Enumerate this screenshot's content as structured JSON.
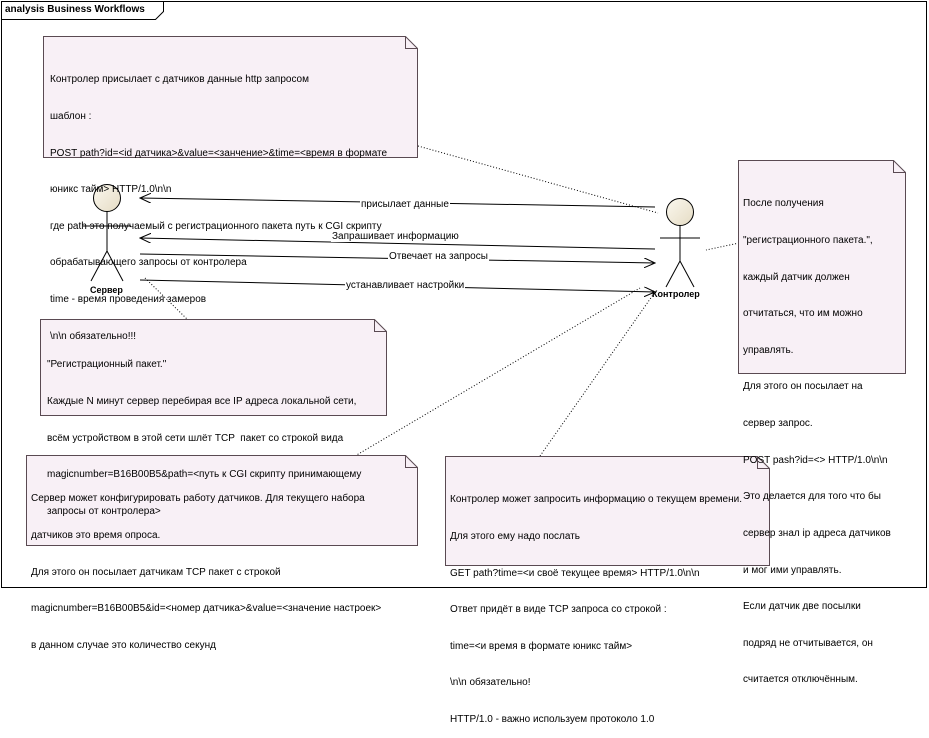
{
  "frame": {
    "title": "analysis Business Workflows"
  },
  "actors": {
    "server": {
      "label": "Сервер"
    },
    "controller": {
      "label": "Контролер"
    }
  },
  "messages": [
    {
      "label": "присылает данные"
    },
    {
      "label": "Запрашивает информацию"
    },
    {
      "label": "Отвечает на запросы"
    },
    {
      "label": "устанавливает настройки"
    }
  ],
  "notes": {
    "http_request": [
      "Контролер присылает с датчиков данные http запросом",
      "шаблон :",
      "POST path?id=<id датчика>&value=<занчение>&time=<время в формате",
      "юникс тайм> HTTP/1.0\\n\\n",
      "где path это получаемый с регистрационного пакета путь к CGI скрипту",
      "обрабатывающего запросы от контролера",
      "time - время проведения замеров",
      "\\n\\n обязательно!!!"
    ],
    "registration": [
      "После получения",
      "\"регистрационного пакета.\",",
      "каждый датчик должен",
      "отчитаться, что им можно",
      "управлять.",
      "Для этого он посылает на",
      "сервер запрос.",
      "POST pash?id=<> HTTP/1.0\\n\\n",
      "Это делается для того что бы",
      "сервер знал ip адреса датчиков",
      "и мог ими управлять.",
      "Если датчик две посылки",
      "подряд не отчитывается, он",
      "считается отключённым."
    ],
    "packet": [
      "\"Регистрационный пакет.\"",
      "Каждые N минут сервер перебирая все IP адреса локальной сети,",
      "всём устройством в этой сети шлёт TCP  пакет со строкой вида",
      "magicnumber=B16B00B5&path=<путь к CGI скрипту принимающему",
      "запросы от контролера>"
    ],
    "configure": [
      "Сервер может конфигурировать работу датчиков. Для текущего набора",
      "датчиков это время опроса.",
      "Для этого он посылает датчикам TCP пакет с строкой",
      "magicnumber=B16B00B5&id=<номер датчика>&value=<значение настроек>",
      "в данном случае это количество секунд"
    ],
    "time": [
      "Контролер может запросить информацию о текущем времени.",
      "Для этого ему надо послать",
      "GET path?time=<и своё текущее время> HTTP/1.0\\n\\n",
      "Ответ придёт в виде TCP запроса со строкой :",
      "time=<и время в формате юникс тайм>",
      "\\n\\n обязательно!",
      "HTTP/1.0 - важно используем протоколо 1.0"
    ]
  },
  "colors": {
    "note_fill": "#f8f0f6",
    "note_border": "#5a4a52",
    "actor_head": "#f1ead8",
    "line": "#000000"
  }
}
